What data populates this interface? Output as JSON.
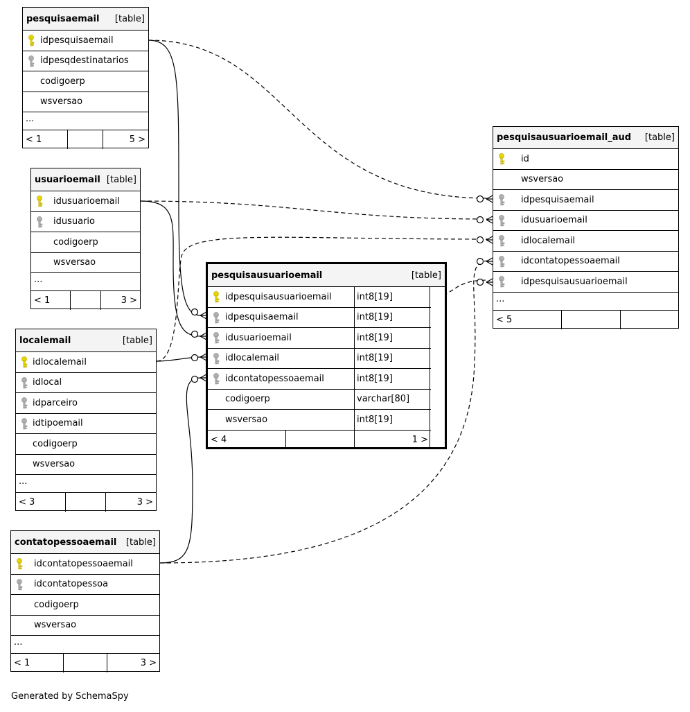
{
  "diagram": {
    "tables": {
      "pesquisaemail": {
        "name": "pesquisaemail",
        "tag": "[table]",
        "columns": [
          "idpesquisaemail",
          "idpesqdestinatarios",
          "codigoerp",
          "wsversao"
        ],
        "more": "...",
        "foot": [
          "< 1",
          "",
          "5 >"
        ]
      },
      "usuarioemail": {
        "name": "usuarioemail",
        "tag": "[table]",
        "columns": [
          "idusuarioemail",
          "idusuario",
          "codigoerp",
          "wsversao"
        ],
        "more": "...",
        "foot": [
          "< 1",
          "",
          "3 >"
        ]
      },
      "localemail": {
        "name": "localemail",
        "tag": "[table]",
        "columns": [
          "idlocalemail",
          "idlocal",
          "idparceiro",
          "idtipoemail",
          "codigoerp",
          "wsversao"
        ],
        "more": "...",
        "foot": [
          "< 3",
          "",
          "3 >"
        ]
      },
      "contatopessoaemail": {
        "name": "contatopessoaemail",
        "tag": "[table]",
        "columns": [
          "idcontatopessoaemail",
          "idcontatopessoa",
          "codigoerp",
          "wsversao"
        ],
        "more": "...",
        "foot": [
          "< 1",
          "",
          "3 >"
        ]
      },
      "pesquisausuarioemail": {
        "name": "pesquisausuarioemail",
        "tag": "[table]",
        "columns": [
          "idpesquisausuarioemail",
          "idpesquisaemail",
          "idusuarioemail",
          "idlocalemail",
          "idcontatopessoaemail",
          "codigoerp",
          "wsversao"
        ],
        "types": [
          "int8[19]",
          "int8[19]",
          "int8[19]",
          "int8[19]",
          "int8[19]",
          "varchar[80]",
          "int8[19]"
        ],
        "foot": [
          "< 4",
          "",
          "1 >"
        ]
      },
      "pesquisausuarioemail_aud": {
        "name": "pesquisausuarioemail_aud",
        "tag": "[table]",
        "columns": [
          "id",
          "wsversao",
          "idpesquisaemail",
          "idusuarioemail",
          "idlocalemail",
          "idcontatopessoaemail",
          "idpesquisausuarioemail"
        ],
        "more": "...",
        "foot": [
          "< 5",
          "",
          ""
        ]
      }
    },
    "credit": "Generated by SchemaSpy",
    "colors": {
      "primary_key": "#e8d600",
      "foreign_key": "#b0b0b0",
      "header_bg": "#f4f4f4"
    }
  }
}
